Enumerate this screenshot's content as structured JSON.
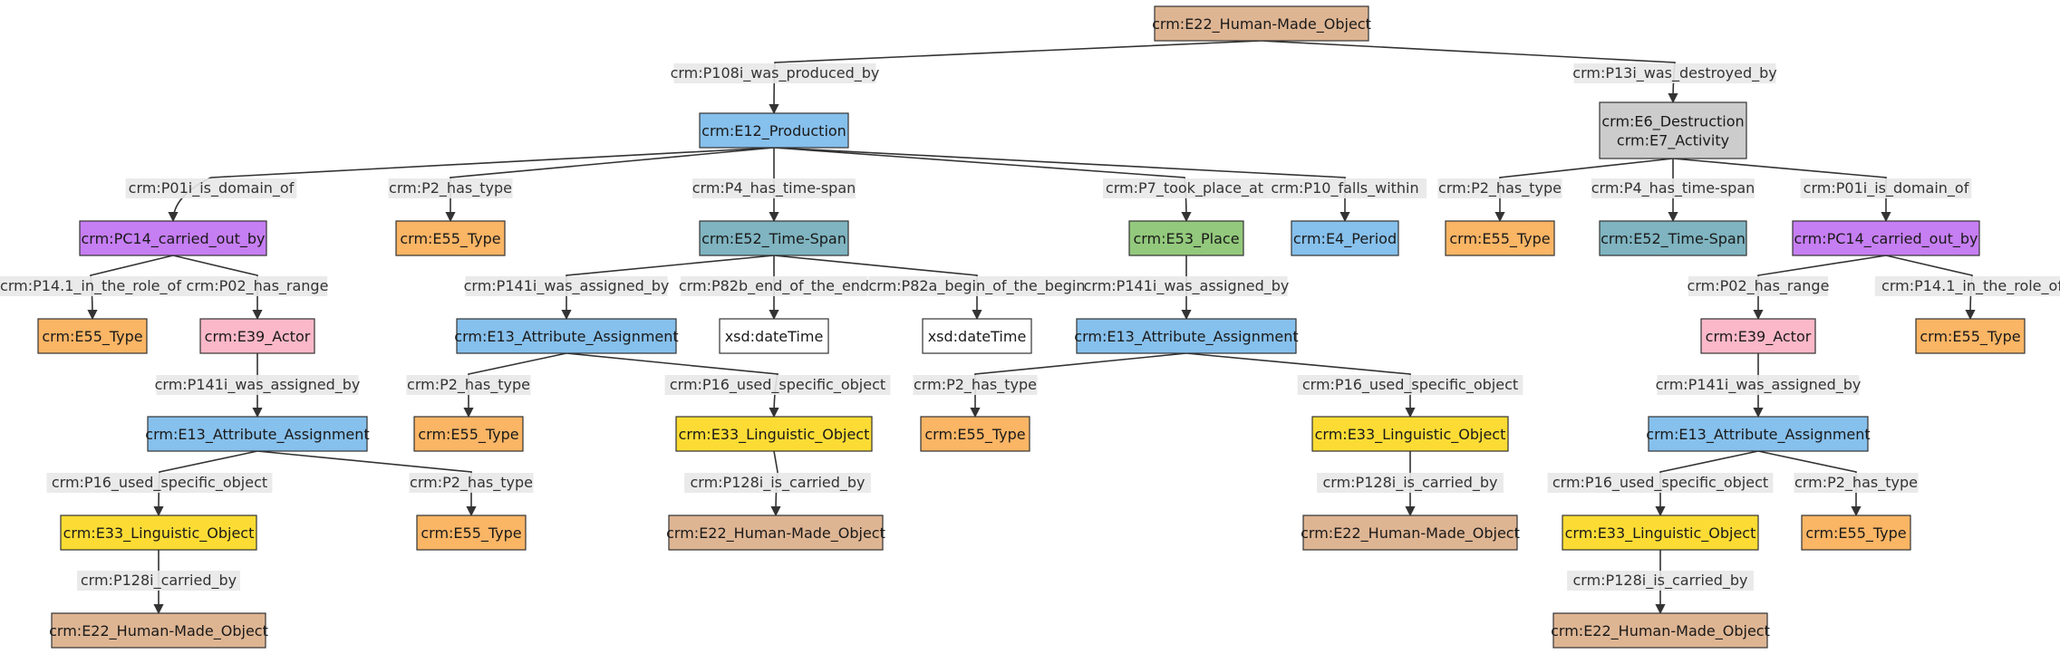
{
  "colors": {
    "human_made_object": "#deb593",
    "production": "#86c0ec",
    "activity": "#cccccc",
    "carried_out_by": "#c67ef3",
    "type": "#fab565",
    "time_span": "#7fb4c0",
    "place": "#93c97c",
    "period": "#86c0ec",
    "actor": "#fbb8c8",
    "attribute_assignment": "#86c0ec",
    "linguistic_object": "#fcdc34",
    "literal": "#ffffff",
    "edge": "#333333",
    "edge_label_bg": "#e8e8e8"
  },
  "nodes": [
    {
      "id": "n_root",
      "lines": [
        "crm:E22_Human-Made_Object"
      ],
      "kind": "human_made_object"
    },
    {
      "id": "n_prod",
      "lines": [
        "crm:E12_Production"
      ],
      "kind": "production"
    },
    {
      "id": "n_dest",
      "lines": [
        "crm:E6_Destruction",
        "crm:E7_Activity"
      ],
      "kind": "activity"
    },
    {
      "id": "n_pc14_l",
      "lines": [
        "crm:PC14_carried_out_by"
      ],
      "kind": "carried_out_by"
    },
    {
      "id": "n_type_p2",
      "lines": [
        "crm:E55_Type"
      ],
      "kind": "type"
    },
    {
      "id": "n_ts",
      "lines": [
        "crm:E52_Time-Span"
      ],
      "kind": "time_span"
    },
    {
      "id": "n_place",
      "lines": [
        "crm:E53_Place"
      ],
      "kind": "place"
    },
    {
      "id": "n_period",
      "lines": [
        "crm:E4_Period"
      ],
      "kind": "period"
    },
    {
      "id": "n_d_type",
      "lines": [
        "crm:E55_Type"
      ],
      "kind": "type"
    },
    {
      "id": "n_d_ts",
      "lines": [
        "crm:E52_Time-Span"
      ],
      "kind": "time_span"
    },
    {
      "id": "n_pc14_r",
      "lines": [
        "crm:PC14_carried_out_by"
      ],
      "kind": "carried_out_by"
    },
    {
      "id": "n_role_l",
      "lines": [
        "crm:E55_Type"
      ],
      "kind": "type"
    },
    {
      "id": "n_actor_l",
      "lines": [
        "crm:E39_Actor"
      ],
      "kind": "actor"
    },
    {
      "id": "n_attr_ts",
      "lines": [
        "crm:E13_Attribute_Assignment"
      ],
      "kind": "attribute_assignment"
    },
    {
      "id": "n_xsd1",
      "lines": [
        "xsd:dateTime"
      ],
      "kind": "literal"
    },
    {
      "id": "n_xsd2",
      "lines": [
        "xsd:dateTime"
      ],
      "kind": "literal"
    },
    {
      "id": "n_attr_place",
      "lines": [
        "crm:E13_Attribute_Assignment"
      ],
      "kind": "attribute_assignment"
    },
    {
      "id": "n_actor_r",
      "lines": [
        "crm:E39_Actor"
      ],
      "kind": "actor"
    },
    {
      "id": "n_role_r",
      "lines": [
        "crm:E55_Type"
      ],
      "kind": "type"
    },
    {
      "id": "n_attr_actor_l",
      "lines": [
        "crm:E13_Attribute_Assignment"
      ],
      "kind": "attribute_assignment"
    },
    {
      "id": "n_ts_type",
      "lines": [
        "crm:E55_Type"
      ],
      "kind": "type"
    },
    {
      "id": "n_ts_ling",
      "lines": [
        "crm:E33_Linguistic_Object"
      ],
      "kind": "linguistic_object"
    },
    {
      "id": "n_pl_type",
      "lines": [
        "crm:E55_Type"
      ],
      "kind": "type"
    },
    {
      "id": "n_pl_ling",
      "lines": [
        "crm:E33_Linguistic_Object"
      ],
      "kind": "linguistic_object"
    },
    {
      "id": "n_attr_actor_r",
      "lines": [
        "crm:E13_Attribute_Assignment"
      ],
      "kind": "attribute_assignment"
    },
    {
      "id": "n_al_ling",
      "lines": [
        "crm:E33_Linguistic_Object"
      ],
      "kind": "linguistic_object"
    },
    {
      "id": "n_al_type",
      "lines": [
        "crm:E55_Type"
      ],
      "kind": "type"
    },
    {
      "id": "n_ts_hmo",
      "lines": [
        "crm:E22_Human-Made_Object"
      ],
      "kind": "human_made_object"
    },
    {
      "id": "n_pl_hmo",
      "lines": [
        "crm:E22_Human-Made_Object"
      ],
      "kind": "human_made_object"
    },
    {
      "id": "n_ar_ling",
      "lines": [
        "crm:E33_Linguistic_Object"
      ],
      "kind": "linguistic_object"
    },
    {
      "id": "n_ar_type",
      "lines": [
        "crm:E55_Type"
      ],
      "kind": "type"
    },
    {
      "id": "n_al_hmo",
      "lines": [
        "crm:E22_Human-Made_Object"
      ],
      "kind": "human_made_object"
    },
    {
      "id": "n_ar_hmo",
      "lines": [
        "crm:E22_Human-Made_Object"
      ],
      "kind": "human_made_object"
    }
  ],
  "edges": [
    {
      "from": "n_root",
      "to": "n_prod",
      "label": "crm:P108i_was_produced_by"
    },
    {
      "from": "n_root",
      "to": "n_dest",
      "label": "crm:P13i_was_destroyed_by"
    },
    {
      "from": "n_prod",
      "to": "n_pc14_l",
      "label": "crm:P01i_is_domain_of"
    },
    {
      "from": "n_prod",
      "to": "n_type_p2",
      "label": "crm:P2_has_type"
    },
    {
      "from": "n_prod",
      "to": "n_ts",
      "label": "crm:P4_has_time-span"
    },
    {
      "from": "n_prod",
      "to": "n_place",
      "label": "crm:P7_took_place_at"
    },
    {
      "from": "n_prod",
      "to": "n_period",
      "label": "crm:P10_falls_within"
    },
    {
      "from": "n_dest",
      "to": "n_d_type",
      "label": "crm:P2_has_type"
    },
    {
      "from": "n_dest",
      "to": "n_d_ts",
      "label": "crm:P4_has_time-span"
    },
    {
      "from": "n_dest",
      "to": "n_pc14_r",
      "label": "crm:P01i_is_domain_of"
    },
    {
      "from": "n_pc14_l",
      "to": "n_role_l",
      "label": "crm:P14.1_in_the_role_of"
    },
    {
      "from": "n_pc14_l",
      "to": "n_actor_l",
      "label": "crm:P02_has_range"
    },
    {
      "from": "n_ts",
      "to": "n_attr_ts",
      "label": "crm:P141i_was_assigned_by"
    },
    {
      "from": "n_ts",
      "to": "n_xsd1",
      "label": "crm:P82b_end_of_the_end"
    },
    {
      "from": "n_ts",
      "to": "n_xsd2",
      "label": "crm:P82a_begin_of_the_begin"
    },
    {
      "from": "n_place",
      "to": "n_attr_place",
      "label": "crm:P141i_was_assigned_by"
    },
    {
      "from": "n_pc14_r",
      "to": "n_actor_r",
      "label": "crm:P02_has_range"
    },
    {
      "from": "n_pc14_r",
      "to": "n_role_r",
      "label": "crm:P14.1_in_the_role_of"
    },
    {
      "from": "n_actor_l",
      "to": "n_attr_actor_l",
      "label": "crm:P141i_was_assigned_by"
    },
    {
      "from": "n_attr_ts",
      "to": "n_ts_type",
      "label": "crm:P2_has_type"
    },
    {
      "from": "n_attr_ts",
      "to": "n_ts_ling",
      "label": "crm:P16_used_specific_object"
    },
    {
      "from": "n_attr_place",
      "to": "n_pl_type",
      "label": "crm:P2_has_type"
    },
    {
      "from": "n_attr_place",
      "to": "n_pl_ling",
      "label": "crm:P16_used_specific_object"
    },
    {
      "from": "n_actor_r",
      "to": "n_attr_actor_r",
      "label": "crm:P141i_was_assigned_by"
    },
    {
      "from": "n_attr_actor_l",
      "to": "n_al_ling",
      "label": "crm:P16_used_specific_object"
    },
    {
      "from": "n_attr_actor_l",
      "to": "n_al_type",
      "label": "crm:P2_has_type"
    },
    {
      "from": "n_ts_ling",
      "to": "n_ts_hmo",
      "label": "crm:P128i_is_carried_by"
    },
    {
      "from": "n_pl_ling",
      "to": "n_pl_hmo",
      "label": "crm:P128i_is_carried_by"
    },
    {
      "from": "n_attr_actor_r",
      "to": "n_ar_ling",
      "label": "crm:P16_used_specific_object"
    },
    {
      "from": "n_attr_actor_r",
      "to": "n_ar_type",
      "label": "crm:P2_has_type"
    },
    {
      "from": "n_al_ling",
      "to": "n_al_hmo",
      "label": "crm:P128i_carried_by"
    },
    {
      "from": "n_ar_ling",
      "to": "n_ar_hmo",
      "label": "crm:P128i_is_carried_by"
    }
  ]
}
